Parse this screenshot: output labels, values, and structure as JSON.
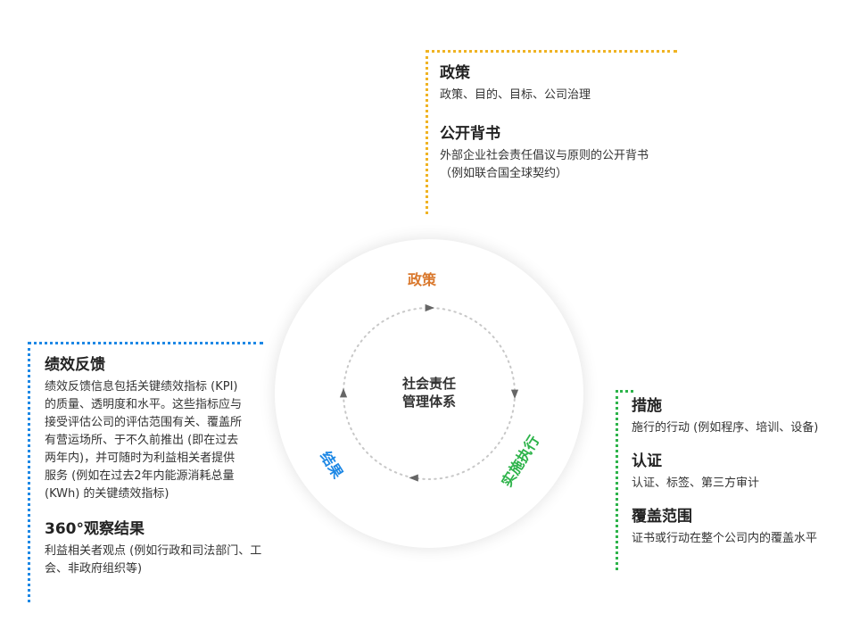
{
  "colors": {
    "policy": "#d9782d",
    "implementation": "#2db34a",
    "outcome": "#1e88e5",
    "policy_frame": "#f0b323",
    "arrow": "#666666",
    "dotted_ring": "#c8c8c8"
  },
  "policy_block": {
    "items": [
      {
        "title": "政策",
        "desc": "政策、目的、目标、公司治理"
      },
      {
        "title": "公开背书",
        "desc": "外部企业社会责任倡议与原则的公开背书\n（例如联合国全球契约）"
      }
    ]
  },
  "outcome_block": {
    "items": [
      {
        "title": "绩效反馈",
        "desc": "绩效反馈信息包括关键绩效指标 (KPI)\n的质量、透明度和水平。这些指标应与\n接受评估公司的评估范围有关、覆盖所\n有营运场所、于不久前推出 (即在过去\n两年内)，并可随时为利益相关者提供\n服务 (例如在过去2年内能源消耗总量\n(KWh) 的关键绩效指标)"
      },
      {
        "title": "360°观察结果",
        "desc": "利益相关者观点 (例如行政和司法部门、工\n会、非政府组织等)"
      }
    ]
  },
  "implementation_block": {
    "items": [
      {
        "title": "措施",
        "desc": "施行的行动 (例如程序、培训、设备)"
      },
      {
        "title": "认证",
        "desc": "认证、标签、第三方审计"
      },
      {
        "title": "覆盖范围",
        "desc": "证书或行动在整个公司内的覆盖水平"
      }
    ]
  },
  "cycle": {
    "center_line1": "社会责任",
    "center_line2": "管理体系",
    "label_policy": "政策",
    "label_implementation": "实施执行",
    "label_outcome": "结果"
  }
}
